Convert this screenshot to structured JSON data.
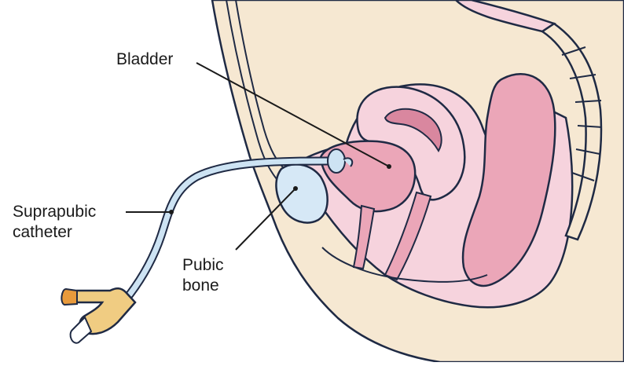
{
  "labels": {
    "bladder": "Bladder",
    "suprapubic_catheter": "Suprapubic\ncatheter",
    "pubic_bone": "Pubic\nbone"
  },
  "colors": {
    "skin": "#f6e8d2",
    "outline": "#1f2a44",
    "organ_pink": "#eba6b8",
    "organ_pink_light": "#f6d3dd",
    "organ_pink_dark": "#d9879f",
    "bone": "#d6e8f6",
    "catheter": "#cde3f3",
    "catheter_connector": "#f0cc82",
    "catheter_cap": "#e89a3c"
  }
}
